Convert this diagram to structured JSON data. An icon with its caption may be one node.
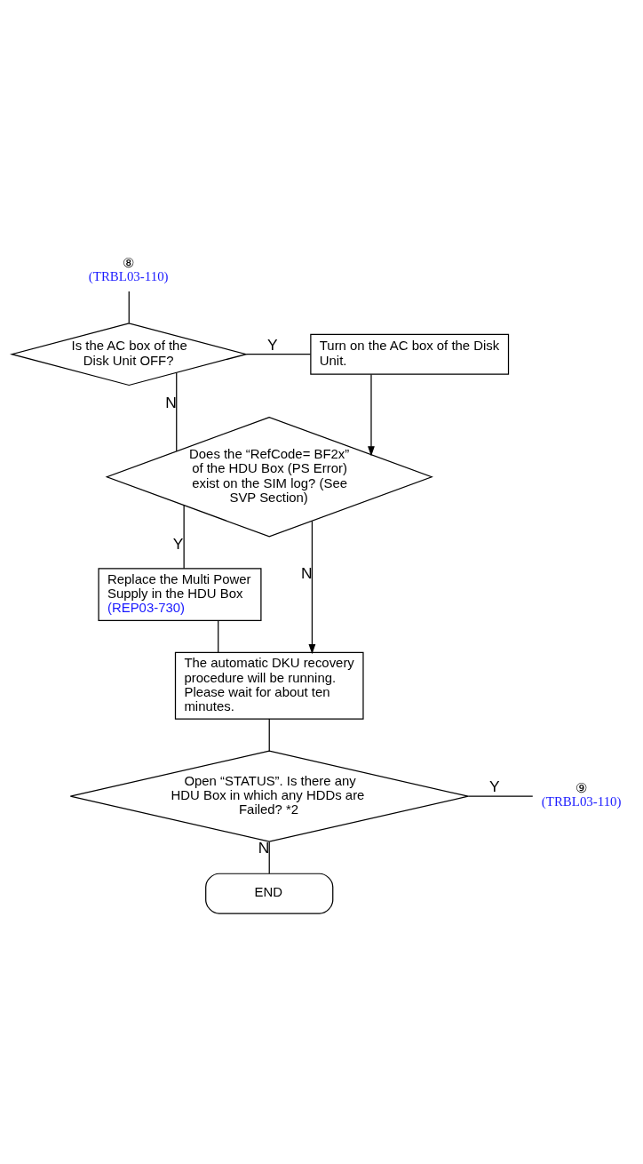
{
  "diagram": {
    "nodes": [
      {
        "text": [
          "⑧"
        ],
        "beside": [
          "(TRBL03-110)"
        ]
      },
      {
        "text": [
          "Is the AC box of the Disk Unit OFF?"
        ]
      },
      {
        "text": [
          "Turn on the AC box of the Disk Unit."
        ]
      },
      {
        "text": [
          "Does the “RefCode= BF2x” of the HDU Box (PS Error) exist on the SIM log? (See SVP Section)"
        ]
      },
      {
        "text": [
          "Replace the Multi Power Supply in the HDU Box",
          "(REP03-730)"
        ]
      },
      {
        "text": [
          "The automatic DKU recovery procedure will be running. Please wait for about ten minutes."
        ]
      },
      {
        "text": [
          "Open “STATUS”. Is there any HDU Box in which any HDDs are Failed? *2"
        ]
      },
      {
        "text": [
          "⑨"
        ],
        "beside": [
          "(TRBL03-110)"
        ]
      },
      {
        "text": [
          "END"
        ]
      }
    ],
    "edges": [
      {
        "from": 0,
        "to": 1,
        "arrow": "none"
      },
      {
        "from": 1,
        "to": 2,
        "arrow": "none",
        "label": "Y"
      },
      {
        "from": 1,
        "to": 3,
        "arrow": "none",
        "label": "N"
      },
      {
        "from": 2,
        "to": 3,
        "arrow": "to"
      },
      {
        "from": 3,
        "to": 4,
        "arrow": "none",
        "label": "Y"
      },
      {
        "from": 3,
        "to": 5,
        "arrow": "to",
        "label": "N"
      },
      {
        "from": 4,
        "to": 5,
        "arrow": "none"
      },
      {
        "from": 5,
        "to": 6,
        "arrow": "none"
      },
      {
        "from": 6,
        "to": 7,
        "arrow": "none",
        "label": "Y"
      },
      {
        "from": 6,
        "to": 8,
        "arrow": "none",
        "label": "N"
      }
    ]
  }
}
